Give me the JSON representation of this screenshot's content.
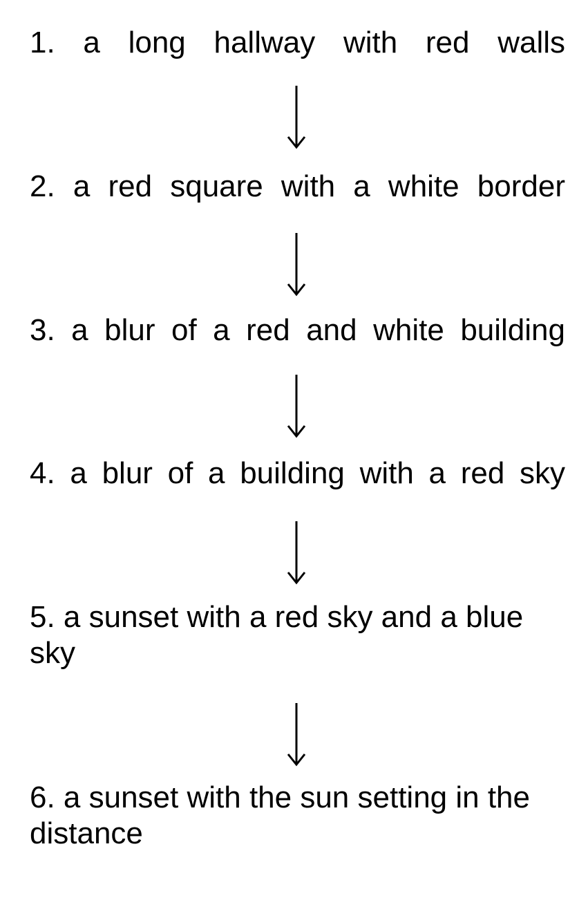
{
  "steps": [
    {
      "text": "1. a long hallway with red walls"
    },
    {
      "text": "2. a red square with a white border"
    },
    {
      "text": "3. a blur of a red and white building"
    },
    {
      "text": "4. a blur of a building with a red sky"
    },
    {
      "text": "5. a sunset with a red sky and a blue sky"
    },
    {
      "text": "6. a sunset with the sun setting in the distance"
    }
  ],
  "arrow_icon": "arrow-down-icon",
  "colors": {
    "text": "#000000",
    "background": "#ffffff"
  }
}
